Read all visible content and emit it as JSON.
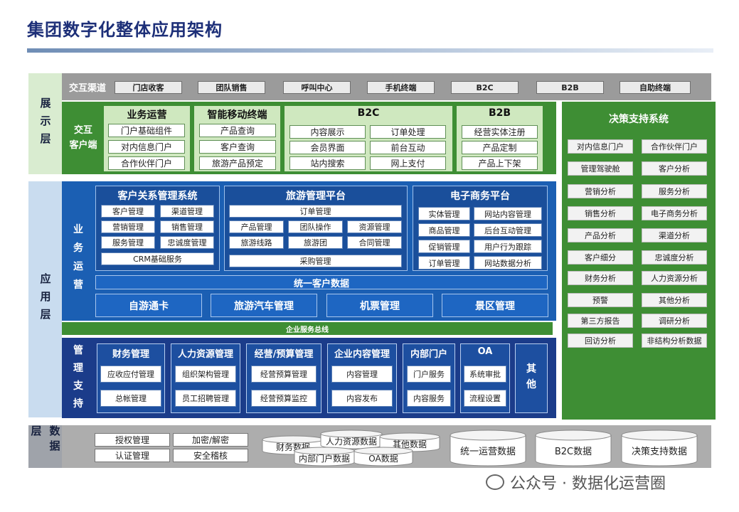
{
  "title": "集团数字化整体应用架构",
  "layers": {
    "show": "展示层",
    "app": "应用层",
    "data": "数据层"
  },
  "channels": {
    "label": "交互渠道",
    "items": [
      "门店收客",
      "团队销售",
      "呼叫中心",
      "手机终端",
      "B2C",
      "B2B",
      "自助终端"
    ]
  },
  "client": {
    "label_a": "交互",
    "label_b": "客户端",
    "biz_ops": {
      "title": "业务运营",
      "items": [
        "门户基础组件",
        "对内信息门户",
        "合作伙伴门户"
      ]
    },
    "mobile": {
      "title": "智能移动终端",
      "items": [
        "产品查询",
        "客户查询",
        "旅游产品预定"
      ]
    },
    "b2c": {
      "title": "B2C",
      "left": [
        "内容展示",
        "会员界面",
        "站内搜索"
      ],
      "right": [
        "订单处理",
        "前台互动",
        "网上支付"
      ]
    },
    "b2b": {
      "title": "B2B",
      "items": [
        "经营实体注册",
        "产品定制",
        "产品上下架"
      ]
    }
  },
  "decision": {
    "title": "决策支持系统",
    "left": [
      "对内信息门户",
      "管理驾驶舱",
      "营销分析",
      "销售分析",
      "产品分析",
      "客户细分",
      "财务分析",
      "预警",
      "第三方报告",
      "回访分析"
    ],
    "right": [
      "合作伙伴门户",
      "客户分析",
      "服务分析",
      "电子商务分析",
      "渠道分析",
      "忠诚度分析",
      "人力资源分析",
      "其他分析",
      "调研分析",
      "非结构分析数据"
    ]
  },
  "business": {
    "label": [
      "业",
      "务",
      "运",
      "营"
    ],
    "crm": {
      "title": "客户关系管理系统",
      "rows": [
        [
          "客户管理",
          "渠道管理"
        ],
        [
          "营销管理",
          "销售管理"
        ],
        [
          "服务管理",
          "忠诚度管理"
        ]
      ],
      "base": "CRM基础服务"
    },
    "travel": {
      "title": "旅游管理平台",
      "top": "订单管理",
      "rows": [
        [
          "产品管理",
          "团队操作",
          "资源管理"
        ],
        [
          "旅游线路",
          "旅游团",
          "合同管理"
        ]
      ],
      "bottom": "采购管理"
    },
    "ecom": {
      "title": "电子商务平台",
      "rows": [
        [
          "实体管理",
          "网站内容管理"
        ],
        [
          "商品管理",
          "后台互动管理"
        ],
        [
          "促销管理",
          "用户行为跟踪"
        ],
        [
          "订单管理",
          "网站数据分析"
        ]
      ]
    },
    "unified": "统一客户数据",
    "bottom": [
      "自游通卡",
      "旅游汽车管理",
      "机票管理",
      "景区管理"
    ]
  },
  "bus": "企业服务总线",
  "management": {
    "label": [
      "管",
      "理",
      "支",
      "持"
    ],
    "sections": [
      {
        "title": "财务管理",
        "items": [
          "应收应付管理",
          "总帐管理"
        ]
      },
      {
        "title": "人力资源管理",
        "items": [
          "组织架构管理",
          "员工招聘管理"
        ]
      },
      {
        "title": "经营/预算管理",
        "items": [
          "经营预算管理",
          "经营预算监控"
        ]
      },
      {
        "title": "企业内容管理",
        "items": [
          "内容管理",
          "内容发布"
        ]
      },
      {
        "title": "内部门户",
        "items": [
          "门户服务",
          "内容服务"
        ]
      },
      {
        "title": "OA",
        "items": [
          "系统审批",
          "流程设置"
        ]
      }
    ],
    "other": [
      "其",
      "他"
    ]
  },
  "data_layer": {
    "security": [
      [
        "授权管理",
        "加密/解密"
      ],
      [
        "认证管理",
        "安全稽核"
      ]
    ],
    "small_dbs": [
      "财务数据",
      "人力资源数据",
      "其他数据",
      "内部门户数据",
      "OA数据"
    ],
    "big_dbs": [
      "统一运营数据",
      "B2C数据",
      "决策支持数据"
    ]
  },
  "watermark": "公众号 · 数据化运营圈"
}
